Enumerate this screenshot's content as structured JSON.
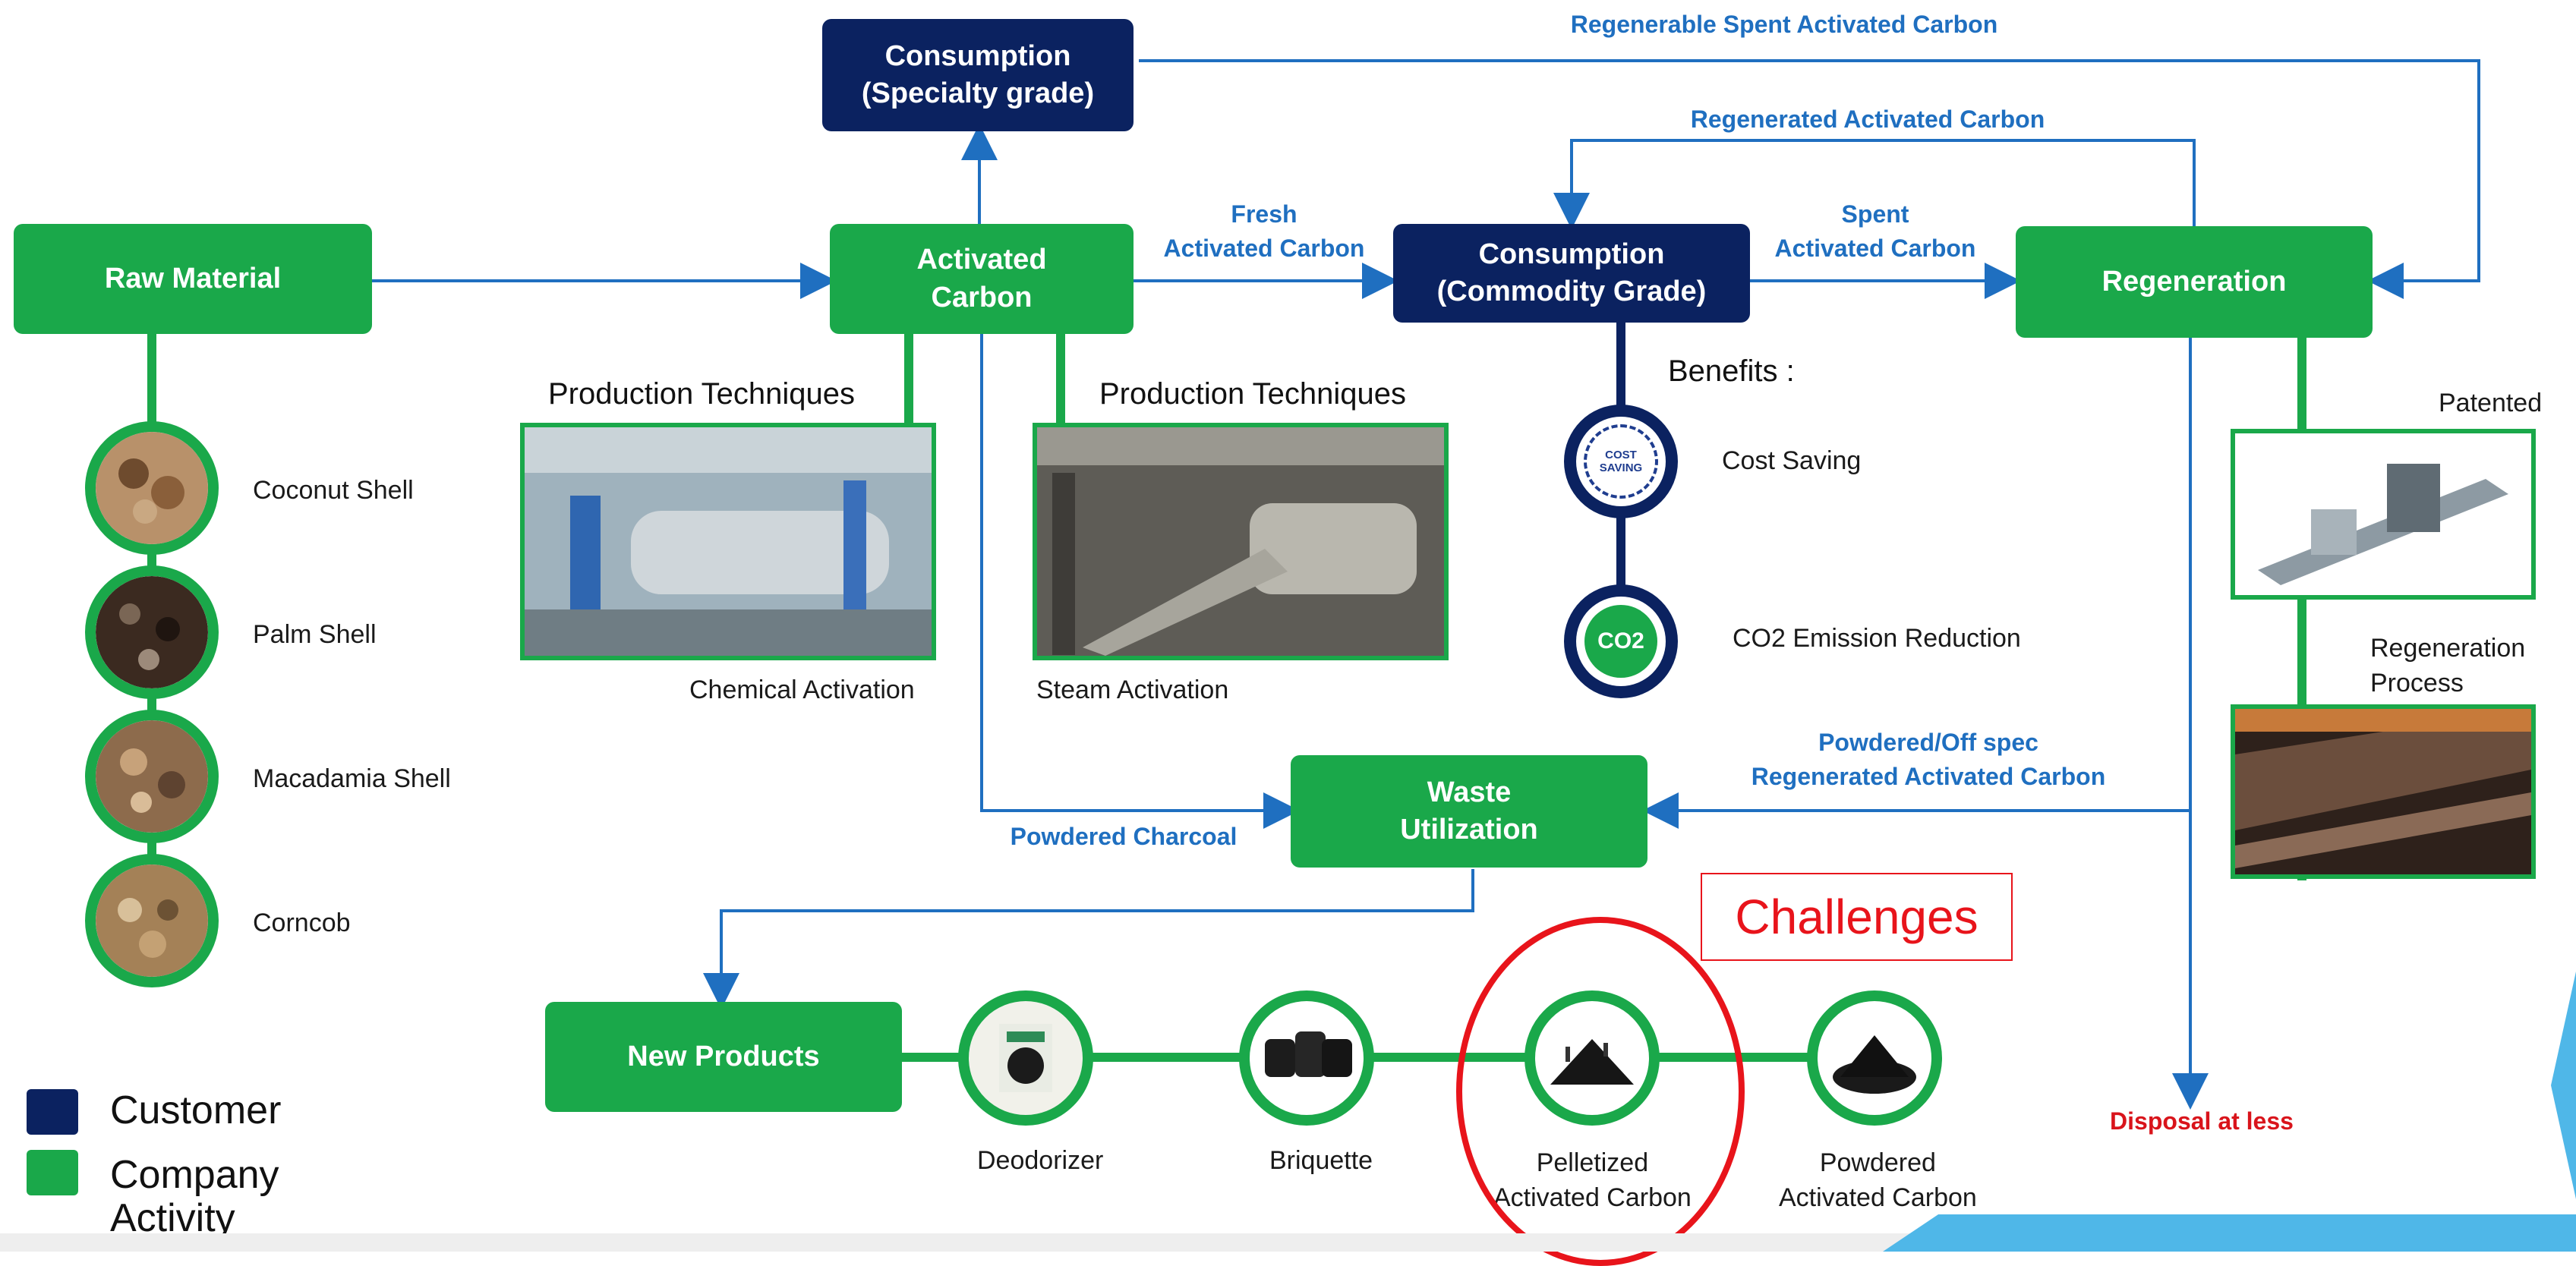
{
  "boxes": {
    "consumption_specialty": "Consumption\n(Specialty grade)",
    "raw_material": "Raw Material",
    "activated_carbon": "Activated\nCarbon",
    "consumption_commodity": "Consumption\n(Commodity Grade)",
    "regeneration": "Regeneration",
    "waste_utilization": "Waste\nUtilization",
    "new_products": "New Products"
  },
  "flow_labels": {
    "regenerable_spent": "Regenerable Spent Activated Carbon",
    "regenerated": "Regenerated Activated Carbon",
    "fresh": "Fresh\nActivated  Carbon",
    "spent": "Spent\nActivated Carbon",
    "powdered_offspec": "Powdered/Off spec\nRegenerated Activated Carbon",
    "powdered_charcoal": "Powdered Charcoal",
    "disposal": "Disposal at less"
  },
  "raw_materials": [
    "Coconut Shell",
    "Palm Shell",
    "Macadamia Shell",
    "Corncob"
  ],
  "production": {
    "header_left": "Production Techniques",
    "header_right": "Production Techniques",
    "chemical": "Chemical Activation",
    "steam": "Steam Activation"
  },
  "benefits": {
    "title": "Benefits :",
    "cost_saving": "Cost Saving",
    "cost_saving_badge": "COST SAVING",
    "co2": "CO2 Emission Reduction",
    "co2_badge": "CO2"
  },
  "regeneration_side": {
    "patented": "Patented",
    "process": "Regeneration\nProcess"
  },
  "products": [
    "Deodorizer",
    "Briquette",
    "Pelletized\nActivated Carbon",
    "Powdered\nActivated Carbon"
  ],
  "challenges": "Challenges",
  "legend": {
    "customer": "Customer",
    "company": "Company\nActivity"
  },
  "colors": {
    "green": "#1aa84a",
    "navy": "#0b2260",
    "flow_blue": "#1f6fc0",
    "alert_red": "#e8141b"
  }
}
